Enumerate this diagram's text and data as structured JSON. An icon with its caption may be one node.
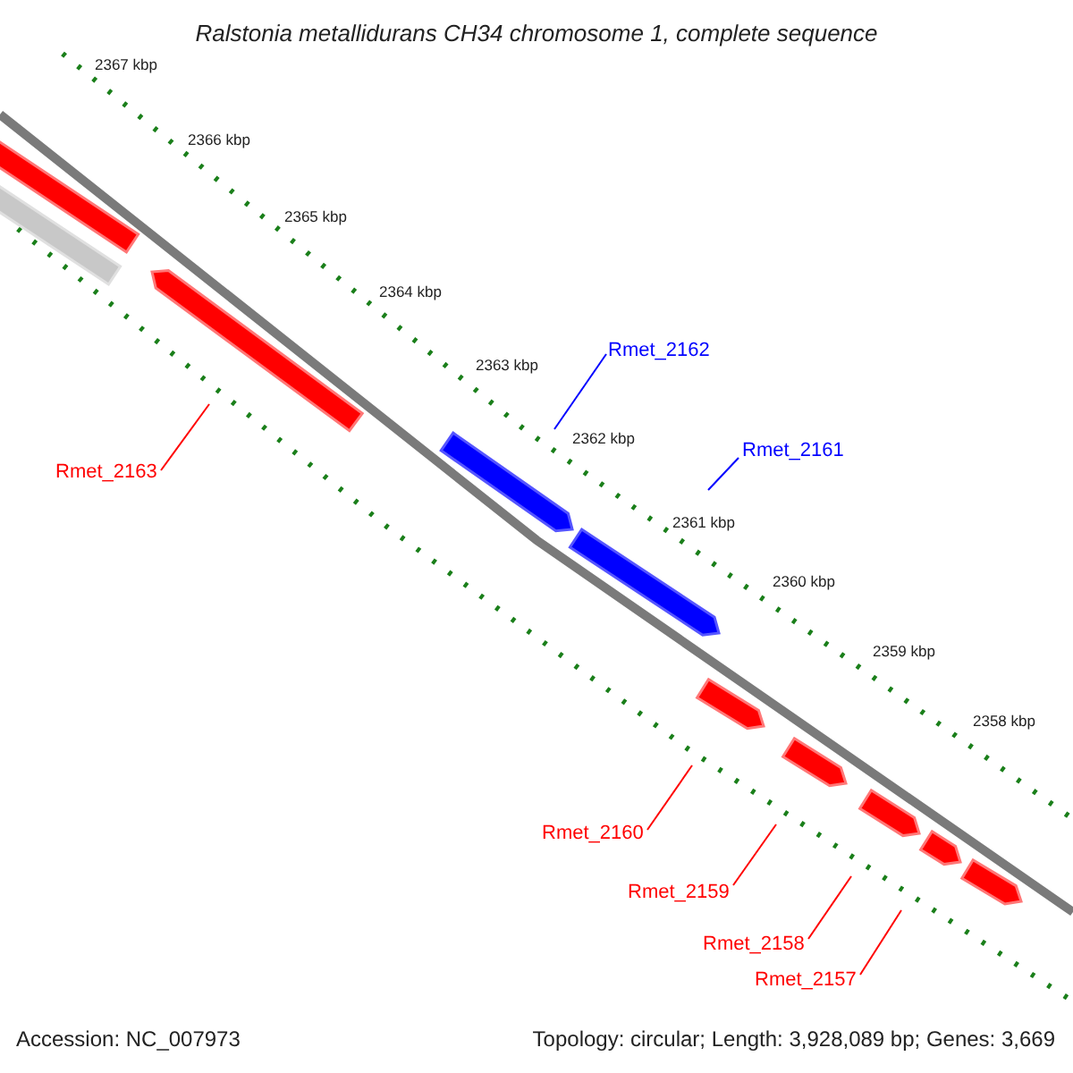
{
  "diagram": {
    "title": "Ralstonia metallidurans CH34 chromosome 1, complete sequence",
    "nodes": [
      {
        "text": [
          "Rmet_2163"
        ]
      },
      {
        "text": [
          "Rmet_2162"
        ]
      },
      {
        "text": [
          "Rmet_2161"
        ]
      },
      {
        "text": [
          "Rmet_2160"
        ]
      },
      {
        "text": [
          "Rmet_2159"
        ]
      },
      {
        "text": [
          "Rmet_2158"
        ]
      },
      {
        "text": [
          "Rmet_2157"
        ]
      }
    ],
    "edges": [
      {
        "from": 0,
        "to": null,
        "arrow": "none"
      },
      {
        "from": 1,
        "to": null,
        "arrow": "none",
        "color": "#0000ff"
      },
      {
        "from": 2,
        "to": null,
        "arrow": "none",
        "color": "#0000ff"
      },
      {
        "from": 3,
        "to": null,
        "arrow": "none"
      },
      {
        "from": 4,
        "to": null,
        "arrow": "none"
      },
      {
        "from": 5,
        "to": null,
        "arrow": "none"
      },
      {
        "from": 6,
        "to": null,
        "arrow": "none"
      }
    ],
    "labels": [
      "2367 kbp",
      "2366 kbp",
      "2365 kbp",
      "2364 kbp",
      "2363 kbp",
      "2362 kbp",
      "2361 kbp",
      "2360 kbp",
      "2359 kbp",
      "2358 kbp",
      "Accession: NC_007973",
      "Topology: circular; Length: 3,928,089 bp; Genes: 3,669"
    ]
  }
}
